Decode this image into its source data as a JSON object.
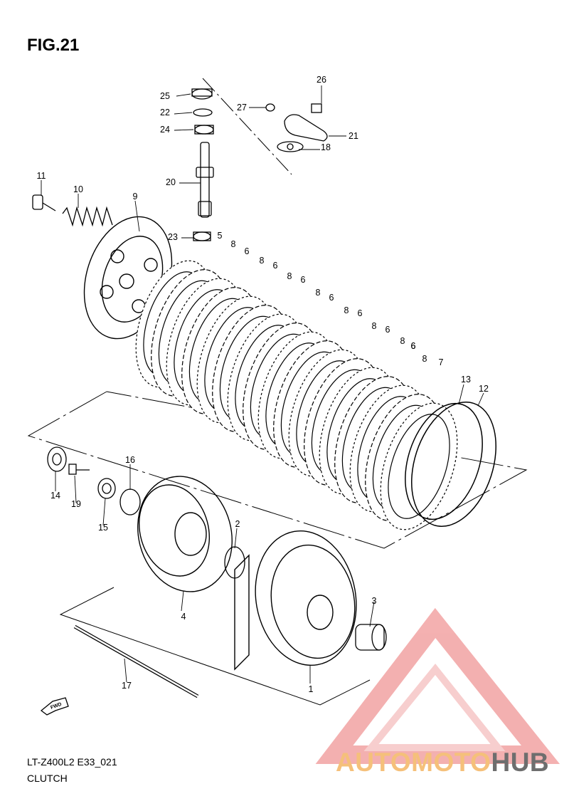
{
  "figure": {
    "title": "FIG.21"
  },
  "footer": {
    "code": "LT-Z400L2 E33_021",
    "name": "CLUTCH"
  },
  "direction_marker": {
    "label": "FWD"
  },
  "parts": [
    {
      "id": "p1",
      "number": "1"
    },
    {
      "id": "p2",
      "number": "2"
    },
    {
      "id": "p3",
      "number": "3"
    },
    {
      "id": "p4",
      "number": "4"
    },
    {
      "id": "p5",
      "number": "5"
    },
    {
      "id": "p6a",
      "number": "6"
    },
    {
      "id": "p6b",
      "number": "6"
    },
    {
      "id": "p6c",
      "number": "6"
    },
    {
      "id": "p6d",
      "number": "6"
    },
    {
      "id": "p6e",
      "number": "6"
    },
    {
      "id": "p6f",
      "number": "6"
    },
    {
      "id": "p6g",
      "number": "6"
    },
    {
      "id": "p6h",
      "number": "6"
    },
    {
      "id": "p7",
      "number": "7"
    },
    {
      "id": "p8a",
      "number": "8"
    },
    {
      "id": "p8b",
      "number": "8"
    },
    {
      "id": "p8c",
      "number": "8"
    },
    {
      "id": "p8d",
      "number": "8"
    },
    {
      "id": "p8e",
      "number": "8"
    },
    {
      "id": "p8f",
      "number": "8"
    },
    {
      "id": "p8g",
      "number": "8"
    },
    {
      "id": "p8h",
      "number": "8"
    },
    {
      "id": "p9",
      "number": "9"
    },
    {
      "id": "p10",
      "number": "10"
    },
    {
      "id": "p11",
      "number": "11"
    },
    {
      "id": "p12",
      "number": "12"
    },
    {
      "id": "p13",
      "number": "13"
    },
    {
      "id": "p14",
      "number": "14"
    },
    {
      "id": "p15",
      "number": "15"
    },
    {
      "id": "p16",
      "number": "16"
    },
    {
      "id": "p17",
      "number": "17"
    },
    {
      "id": "p18",
      "number": "18"
    },
    {
      "id": "p19",
      "number": "19"
    },
    {
      "id": "p20",
      "number": "20"
    },
    {
      "id": "p21",
      "number": "21"
    },
    {
      "id": "p22",
      "number": "22"
    },
    {
      "id": "p23",
      "number": "23"
    },
    {
      "id": "p24",
      "number": "24"
    },
    {
      "id": "p25",
      "number": "25"
    },
    {
      "id": "p26",
      "number": "26"
    },
    {
      "id": "p27",
      "number": "27"
    }
  ],
  "watermark": {
    "text_part_1": "AUTOMOTO",
    "text_part_2": "HUB",
    "color_1": "#f5c07a",
    "color_2": "#6e6e6e",
    "emblem_color": "#f0a0a0"
  }
}
